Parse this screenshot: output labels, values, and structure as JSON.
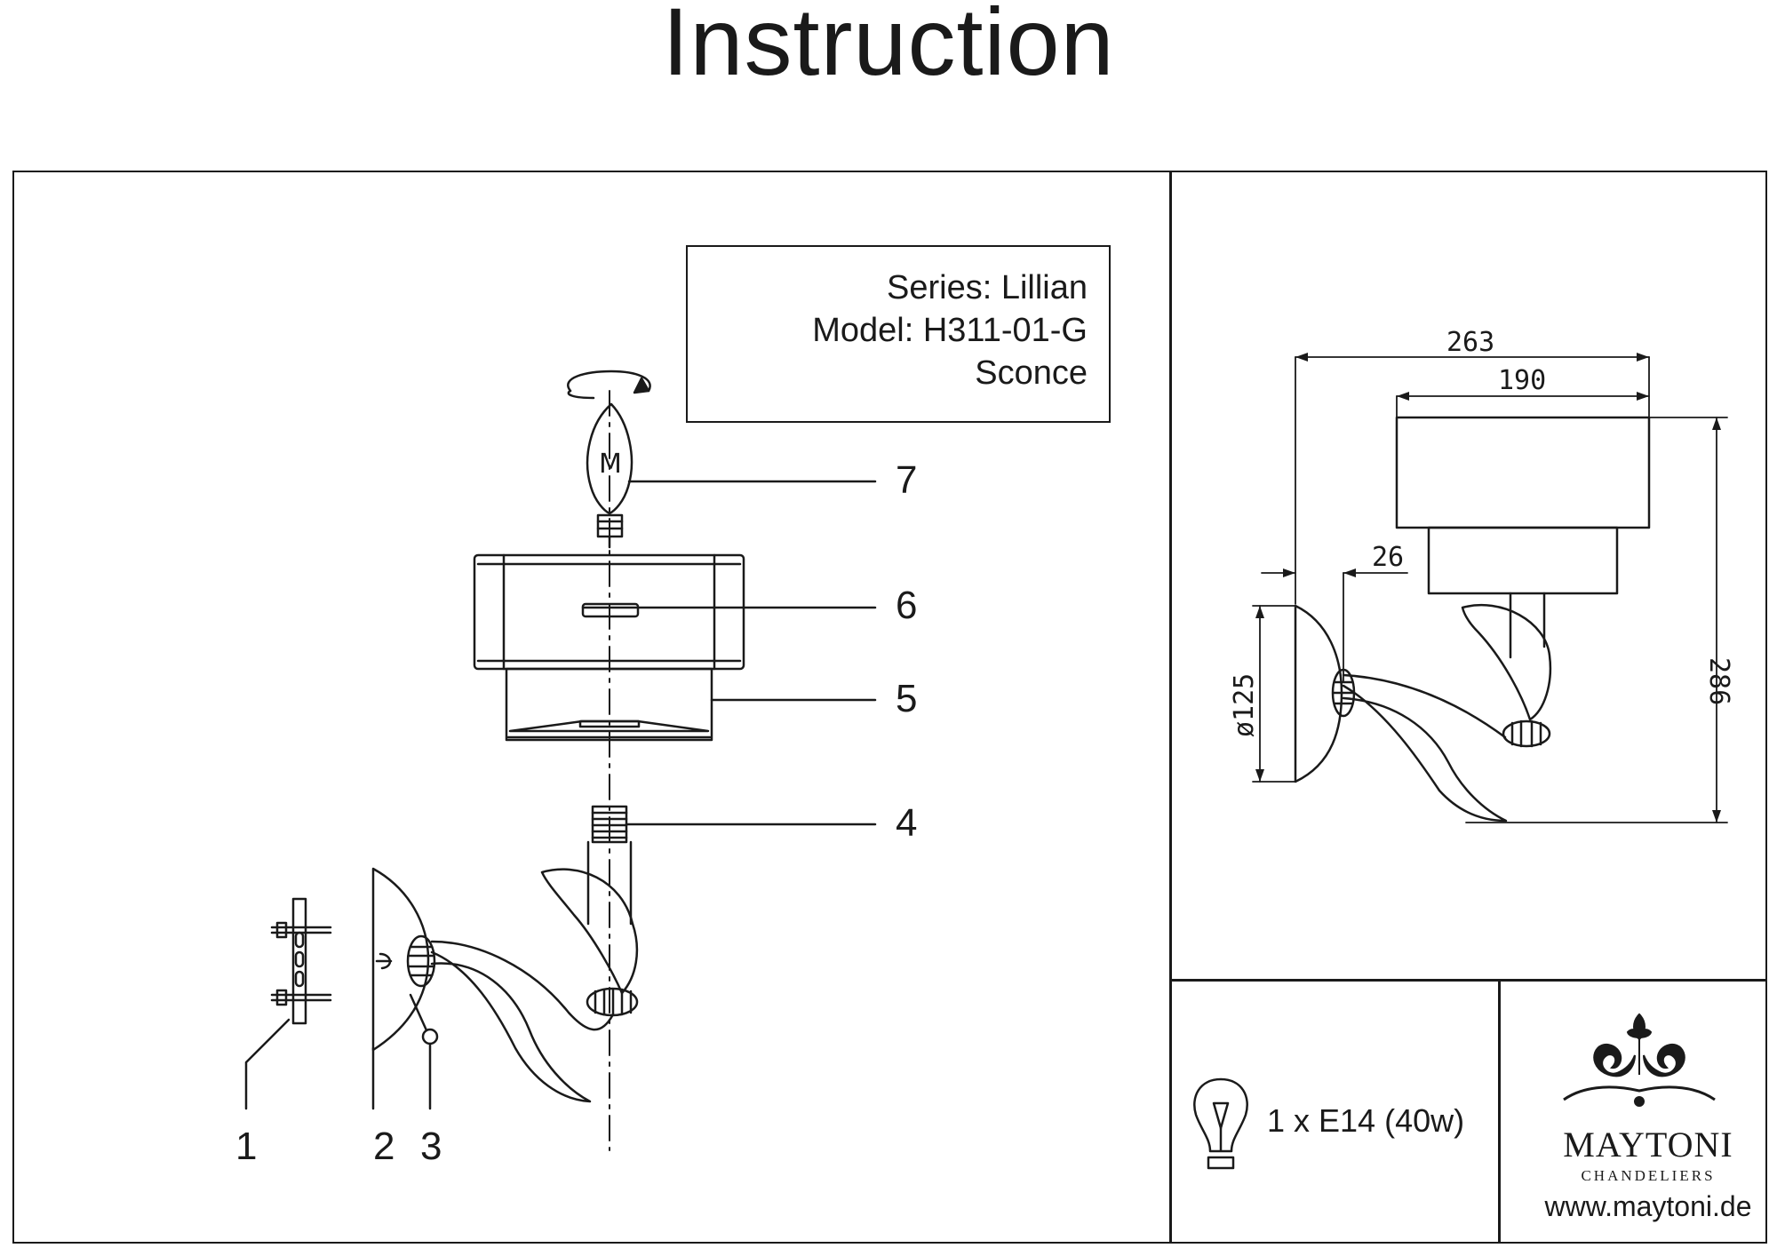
{
  "header": {
    "title": "Instruction"
  },
  "info": {
    "series": "Series: Lillian",
    "model": "Model: H311-01-G",
    "type": "Sconce"
  },
  "parts": [
    "1",
    "2",
    "3",
    "4",
    "5",
    "6",
    "7"
  ],
  "dimensions": {
    "total_depth": "263",
    "shade_diameter": "190",
    "backplate_offset": "26",
    "height": "286",
    "backplate_diameter": "ø125"
  },
  "specs": {
    "lamp": "1 x E14 (40w)"
  },
  "brand": {
    "name": "MAYTONI",
    "subtitle": "CHANDELIERS",
    "website": "www.maytoni.de"
  }
}
